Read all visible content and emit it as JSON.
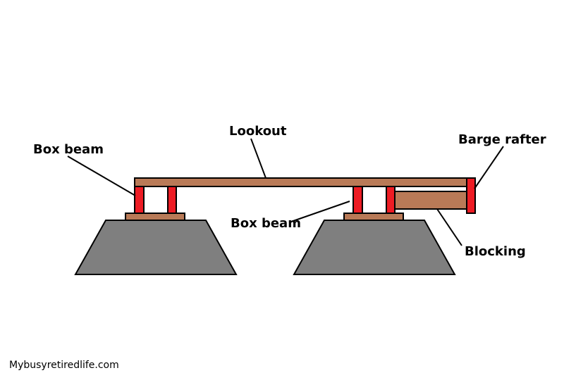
{
  "labels": {
    "lookout": "Lookout",
    "box_beam_left": "Box beam",
    "box_beam_center": "Box beam",
    "barge_rafter": "Barge rafter",
    "blocking": "Blocking"
  },
  "credit": "Mybusyretiredlife.com",
  "colors": {
    "wood": "#b97a57",
    "beam_red": "#ed1c24",
    "footing": "#7f7f7f",
    "outline": "#000000"
  }
}
